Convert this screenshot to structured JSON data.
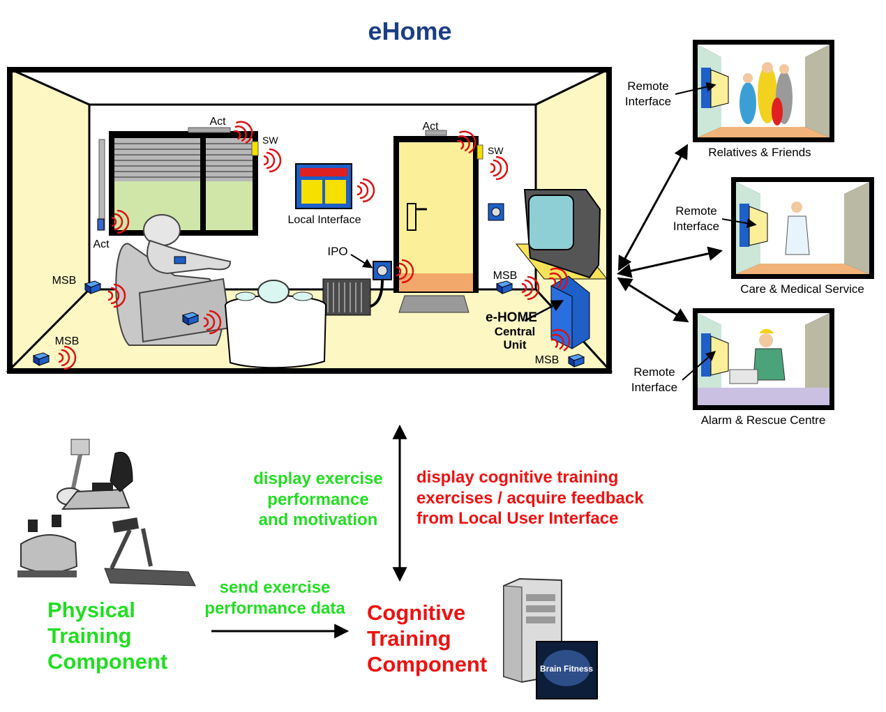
{
  "title": "eHome",
  "room": {
    "act_window": "Act",
    "sw_window": "SW",
    "act_left": "Act",
    "local_interface": "Local Interface",
    "act_door": "Act",
    "sw_door": "SW",
    "ipo": "IPO",
    "msb_left": "MSB",
    "msb_bottom_left": "MSB",
    "msb_right": "MSB",
    "msb_bottom_right": "MSB",
    "central_unit_line1": "e-HOME",
    "central_unit_line2": "Central",
    "central_unit_line3": "Unit"
  },
  "remote": [
    {
      "label_line1": "Remote",
      "label_line2": "Interface",
      "caption": "Relatives & Friends"
    },
    {
      "label_line1": "Remote",
      "label_line2": "Interface",
      "caption": "Care & Medical Service"
    },
    {
      "label_line1": "Remote",
      "label_line2": "Interface",
      "caption": "Alarm & Rescue Centre"
    }
  ],
  "lower": {
    "display_exercise": [
      "display exercise",
      "performance",
      "and motivation"
    ],
    "display_cognitive": [
      "display cognitive training",
      "exercises / acquire feedback",
      "from Local User Interface"
    ],
    "send_exercise": [
      "send exercise",
      "performance data"
    ],
    "physical": [
      "Physical",
      "Training",
      "Component"
    ],
    "cognitive": [
      "Cognitive",
      "Training",
      "Component"
    ],
    "brain_fitness": "Brain Fitness"
  },
  "colors": {
    "title": "#1b3f86",
    "green_text": "#22dd22",
    "red_text": "#ee1111",
    "wall": "#fdf7c4",
    "sensor_blue": "#1e5fc8",
    "signal_red": "#dd1111"
  }
}
